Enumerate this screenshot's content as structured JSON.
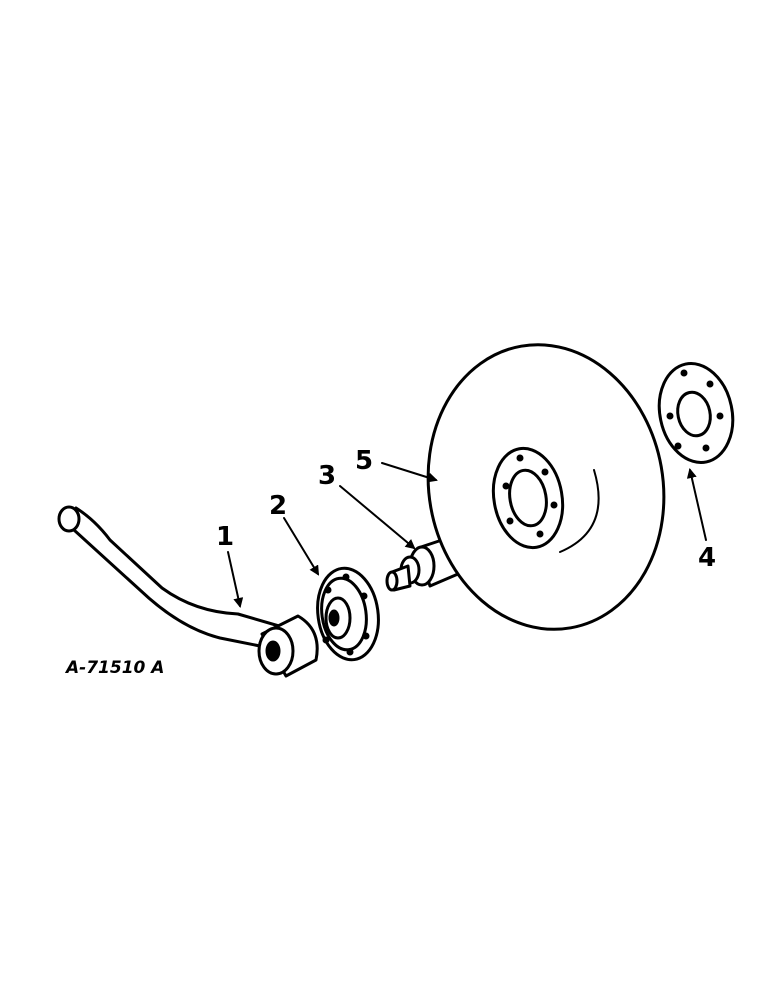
{
  "figure_id": "A-71510 A",
  "callouts": [
    {
      "number": "1",
      "part": "arm"
    },
    {
      "number": "2",
      "part": "bearing-flange"
    },
    {
      "number": "3",
      "part": "spindle"
    },
    {
      "number": "4",
      "part": "outer-flange"
    },
    {
      "number": "5",
      "part": "disc-blade"
    }
  ]
}
